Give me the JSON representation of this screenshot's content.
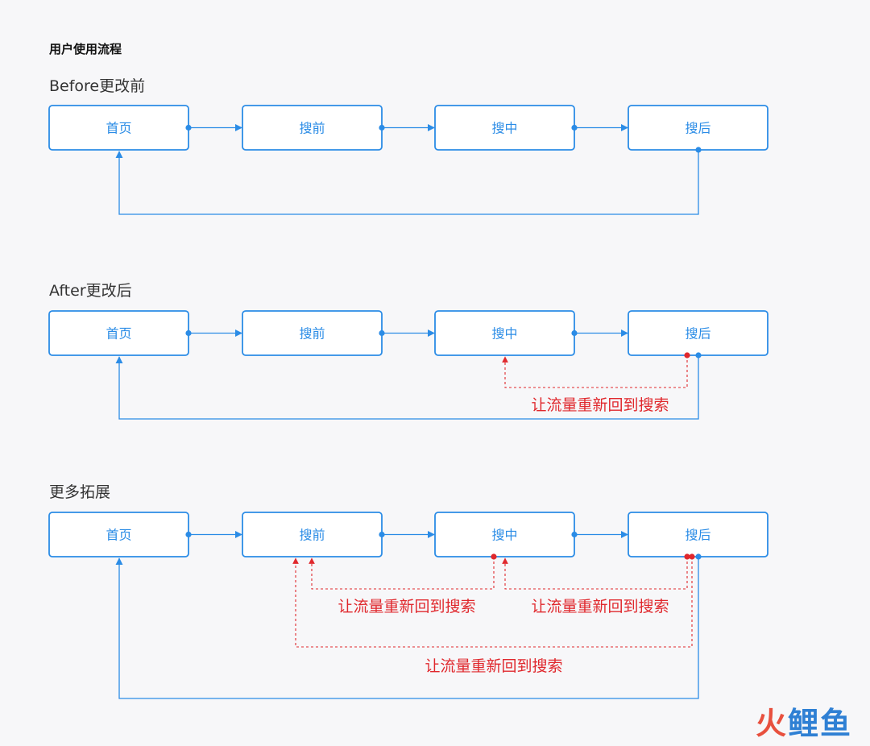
{
  "heading": "用户使用流程",
  "colors": {
    "flow": "#2b8ce6",
    "return": "#e0282d",
    "background": "#f7f7f9"
  },
  "sections": [
    {
      "title": "Before更改前",
      "nodes": [
        "首页",
        "搜前",
        "搜中",
        "搜后"
      ],
      "flow": [
        "首页 → 搜前",
        "搜前 → 搜中",
        "搜中 → 搜后",
        "搜后 → 首页"
      ],
      "returns": []
    },
    {
      "title": "After更改后",
      "nodes": [
        "首页",
        "搜前",
        "搜中",
        "搜后"
      ],
      "flow": [
        "首页 → 搜前",
        "搜前 → 搜中",
        "搜中 → 搜后",
        "搜后 → 首页"
      ],
      "returns": [
        {
          "from": "搜后",
          "to": "搜中",
          "label": "让流量重新回到搜索"
        }
      ]
    },
    {
      "title": "更多拓展",
      "nodes": [
        "首页",
        "搜前",
        "搜中",
        "搜后"
      ],
      "flow": [
        "首页 → 搜前",
        "搜前 → 搜中",
        "搜中 → 搜后",
        "搜后 → 首页"
      ],
      "returns": [
        {
          "from": "搜中",
          "to": "搜前",
          "label": "让流量重新回到搜索"
        },
        {
          "from": "搜后",
          "to": "搜中",
          "label": "让流量重新回到搜索"
        },
        {
          "from": "搜后",
          "to": "搜前",
          "label": "让流量重新回到搜索"
        }
      ]
    }
  ],
  "watermark": {
    "part1": "火",
    "part2": "鲤鱼"
  }
}
